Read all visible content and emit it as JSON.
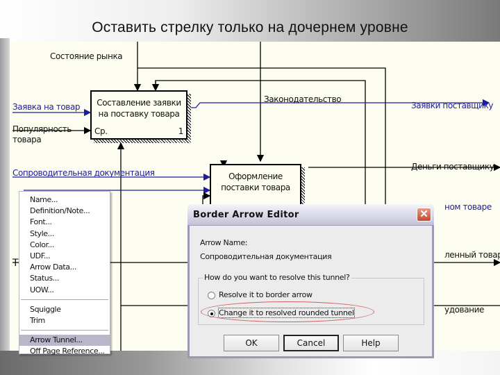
{
  "slide": {
    "title": "Оставить стрелку только на дочернем уровне"
  },
  "diagram": {
    "labels": {
      "market_state": "Состояние рынка",
      "legislation": "Законодательство",
      "order_for_goods": "Заявка на товар",
      "popularity_line1": "Популярность",
      "popularity_line2": "товара",
      "accompanying_docs": "Сопроводительная документация",
      "orders_to_supplier": "Заявки поставщику",
      "money_to_supplier": "Деньги поставщику",
      "partial_right_1": "ном товаре",
      "partial_right_2": "ленный товар",
      "partial_right_3": "удование",
      "partial_left_t": "Т"
    },
    "boxes": [
      {
        "title_line1": "Составление заявки",
        "title_line2": "на поставку товара",
        "cost": "Ср.",
        "number": "1"
      },
      {
        "title_line1": "Оформление",
        "title_line2": "поставки товара"
      }
    ],
    "colors": {
      "canvas": "#fefdf1",
      "arrow_blue": "#1c1c9c",
      "arrow_black": "#000000"
    }
  },
  "context_menu": {
    "items": [
      {
        "label": "Name..."
      },
      {
        "label": "Definition/Note..."
      },
      {
        "label": "Font..."
      },
      {
        "label": "Style..."
      },
      {
        "label": "Color..."
      },
      {
        "label": "UDF..."
      },
      {
        "label": "Arrow Data..."
      },
      {
        "label": "Status..."
      },
      {
        "label": "UOW..."
      },
      {
        "label": "Squiggle"
      },
      {
        "label": "Trim"
      },
      {
        "label": "Arrow Tunnel...",
        "selected": true
      },
      {
        "label": "Off Page Reference..."
      }
    ]
  },
  "dialog": {
    "title": "Border Arrow Editor",
    "close_icon": "close-x-icon",
    "arrow_name_label": "Arrow Name:",
    "arrow_name_value": "Сопроводительная документация",
    "group_label": "How do you want to resolve this tunnel?",
    "options": [
      {
        "label": "Resolve it to border arrow",
        "checked": false
      },
      {
        "label": "Change it to resolved rounded tunnel",
        "checked": true
      }
    ],
    "buttons": {
      "ok": "OK",
      "cancel": "Cancel",
      "help": "Help"
    },
    "highlight_color": "#d06060"
  }
}
